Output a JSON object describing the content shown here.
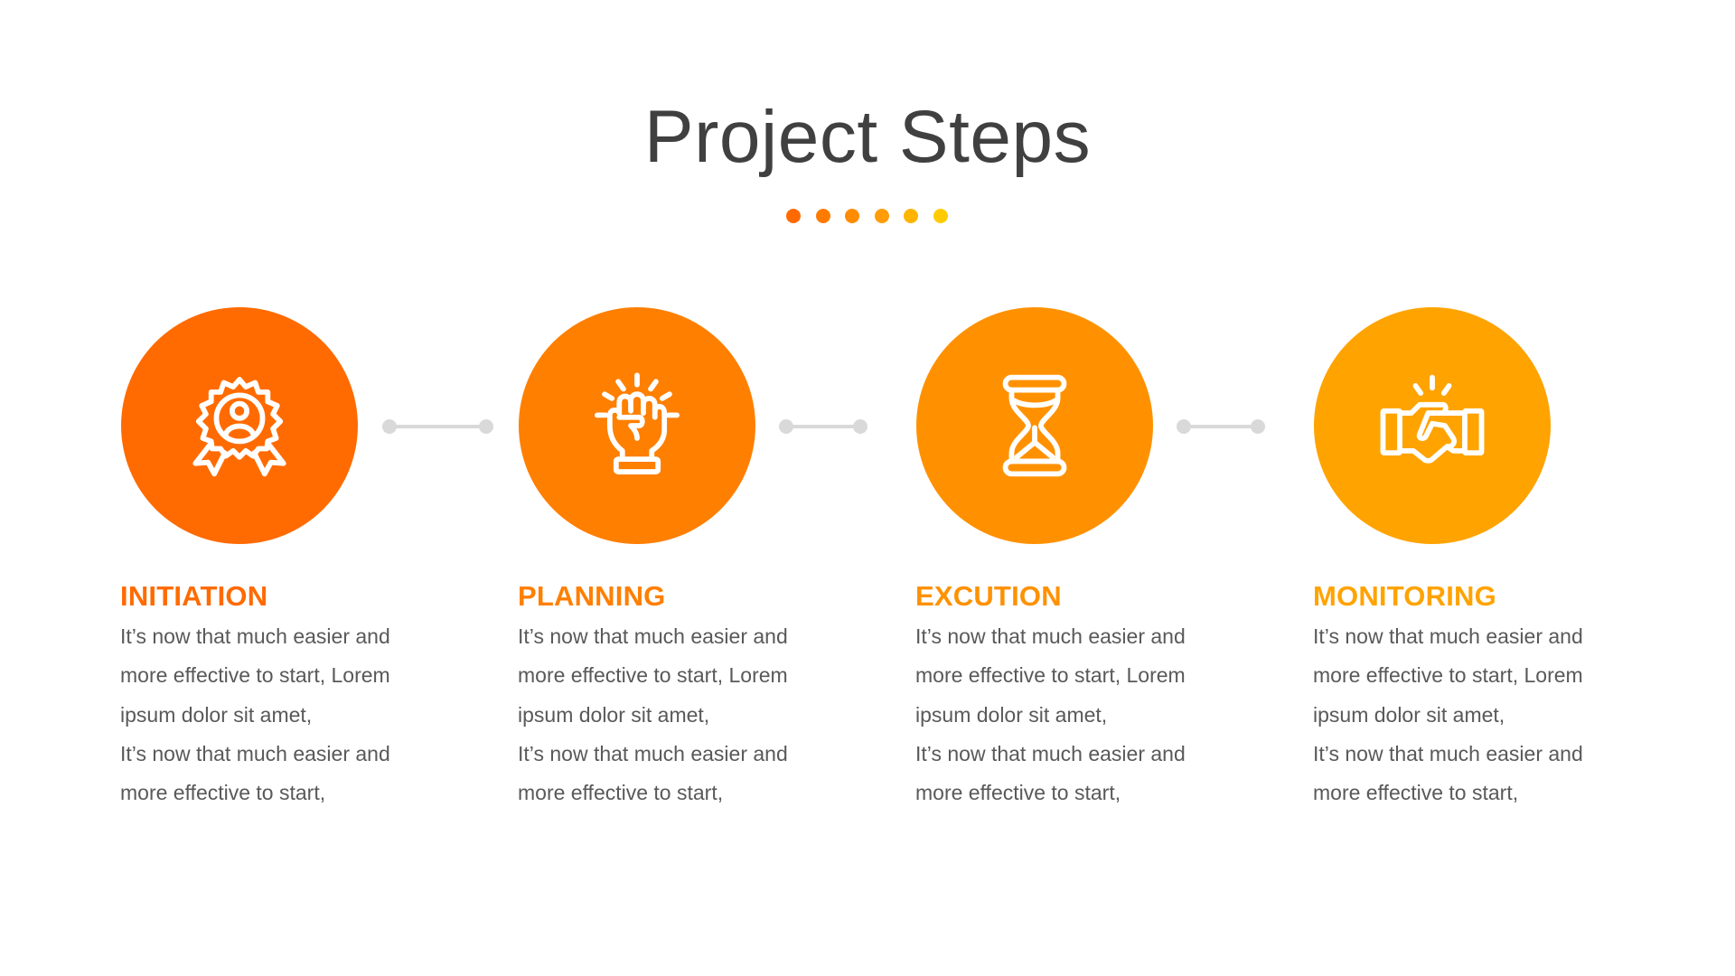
{
  "header": {
    "title": "Project Steps",
    "dots": [
      "#ff6a00",
      "#ff7b00",
      "#ff8c00",
      "#ff9c08",
      "#ffb400",
      "#ffcb00"
    ]
  },
  "steps": [
    {
      "title": "INITIATION",
      "icon": "award-badge-icon",
      "circle_color": "#ff6b00",
      "title_color": "#ff6b00",
      "body_lines": [
        "It’s now that much easier and",
        "more effective to start, Lorem",
        "ipsum dolor sit amet,",
        "It’s now that much easier and",
        "more effective to start,"
      ]
    },
    {
      "title": "PLANNING",
      "icon": "raised-fist-icon",
      "circle_color": "#ff7f00",
      "title_color": "#ff7f00",
      "body_lines": [
        "It’s now that much easier and",
        "more effective to start, Lorem",
        "ipsum dolor sit amet,",
        "It’s now that much easier and",
        "more effective to start,"
      ]
    },
    {
      "title": "EXCUTION",
      "icon": "hourglass-icon",
      "circle_color": "#ff9100",
      "title_color": "#ff9100",
      "body_lines": [
        "It’s now that much easier and",
        "more effective to start, Lorem",
        "ipsum dolor sit amet,",
        "It’s now that much easier and",
        "more effective to start,"
      ]
    },
    {
      "title": "MONITORING",
      "icon": "handshake-icon",
      "circle_color": "#ffa300",
      "title_color": "#ffa300",
      "body_lines": [
        "It’s now that much easier and",
        "more effective to start, Lorem",
        "ipsum dolor sit amet,",
        "It’s now that much easier and",
        "more effective to start,"
      ]
    }
  ],
  "connector_color": "#d9d9d9"
}
